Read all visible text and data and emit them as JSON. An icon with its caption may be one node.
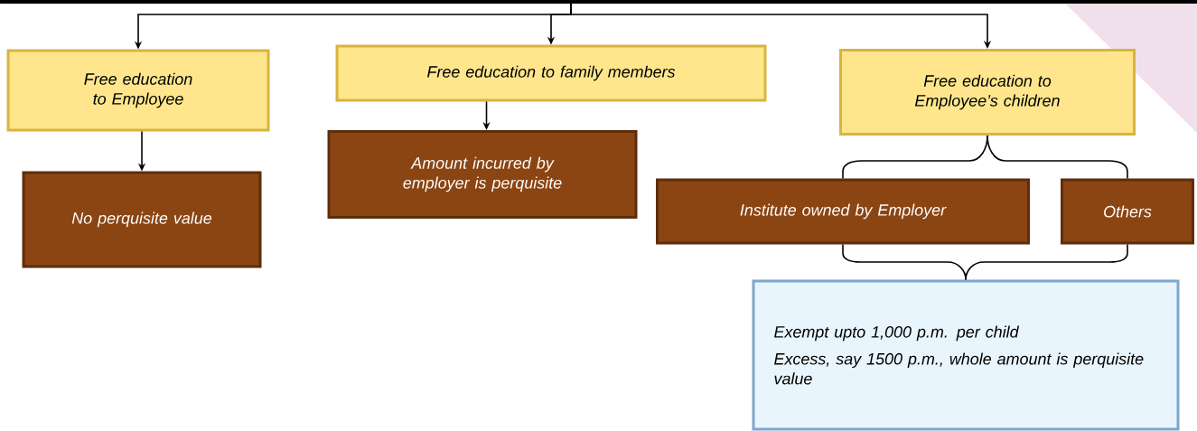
{
  "diagram": {
    "nodes": [
      {
        "text": [
          "Free education to Employee"
        ]
      },
      {
        "text": [
          "No perquisite value"
        ]
      },
      {
        "text": [
          "Free education to family members"
        ]
      },
      {
        "text": [
          "Amount incurred by employer is perquisite"
        ]
      },
      {
        "text": [
          "Free education to Employee’s children"
        ]
      },
      {
        "text": [
          "Institute owned by Employer"
        ]
      },
      {
        "text": [
          "Others"
        ]
      },
      {
        "text": [
          "Exempt upto 1,000 p.m. per child",
          "Excess, say 1500 p.m., whole amount is perquisite value"
        ]
      }
    ],
    "edges": [
      {
        "from": null,
        "to": 0,
        "arrow": "to"
      },
      {
        "from": null,
        "to": 2,
        "arrow": "to"
      },
      {
        "from": null,
        "to": 4,
        "arrow": "to"
      },
      {
        "from": 0,
        "to": 1,
        "arrow": "to"
      },
      {
        "from": 2,
        "to": 3,
        "arrow": "to"
      },
      {
        "from": 4,
        "to": 5,
        "arrow": "none"
      },
      {
        "from": 4,
        "to": 6,
        "arrow": "none"
      },
      {
        "from": 5,
        "to": 7,
        "arrow": "none"
      },
      {
        "from": 6,
        "to": 7,
        "arrow": "none"
      }
    ]
  }
}
